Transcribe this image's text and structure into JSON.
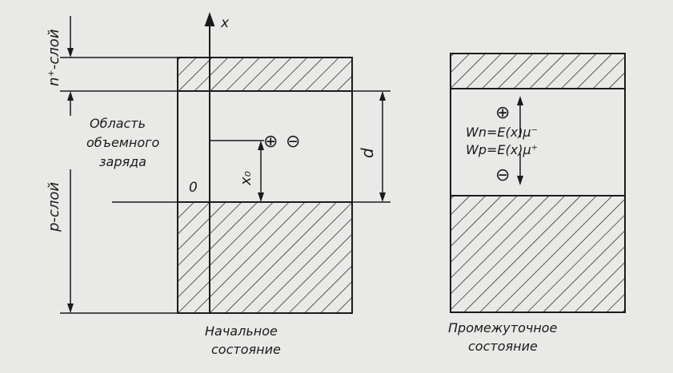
{
  "left_figure": {
    "x_axis_label": "x",
    "n_layer_label": "n⁺-слой",
    "p_layer_label": "p-слой",
    "region_label_lines": [
      "Область",
      "объемного",
      "заряда"
    ],
    "origin_label": "0",
    "x0_label": "x₀",
    "d_label": "d",
    "charge_plus": "⊕",
    "charge_minus": "⊖",
    "caption_lines": [
      "Начальное",
      "состояние"
    ]
  },
  "right_figure": {
    "charge_plus": "⊕",
    "charge_minus": "⊖",
    "wn_formula": "Wn=E(x)μ⁻",
    "wp_formula": "Wp=E(x)μ⁺",
    "caption_lines": [
      "Промежуточное",
      "состояние"
    ]
  },
  "colors": {
    "background": "#e9e9e7",
    "ink": "#1b1b1b"
  }
}
